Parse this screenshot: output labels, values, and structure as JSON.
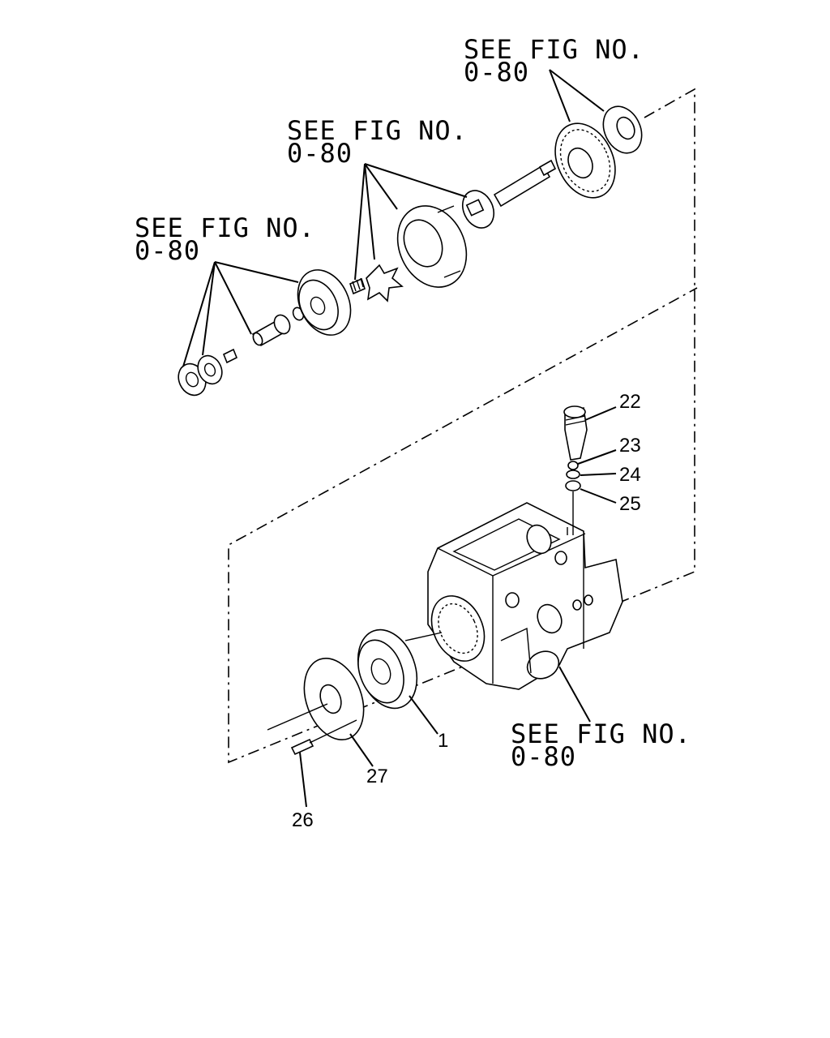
{
  "references": [
    {
      "line1": "SEE FIG NO.",
      "line2": "0-80"
    },
    {
      "line1": "SEE FIG NO.",
      "line2": "0-80"
    },
    {
      "line1": "SEE FIG NO.",
      "line2": "0-80"
    },
    {
      "line1": "SEE FIG NO.",
      "line2": "0-80"
    }
  ],
  "callouts": [
    "22",
    "23",
    "24",
    "25",
    "1",
    "27",
    "26"
  ]
}
